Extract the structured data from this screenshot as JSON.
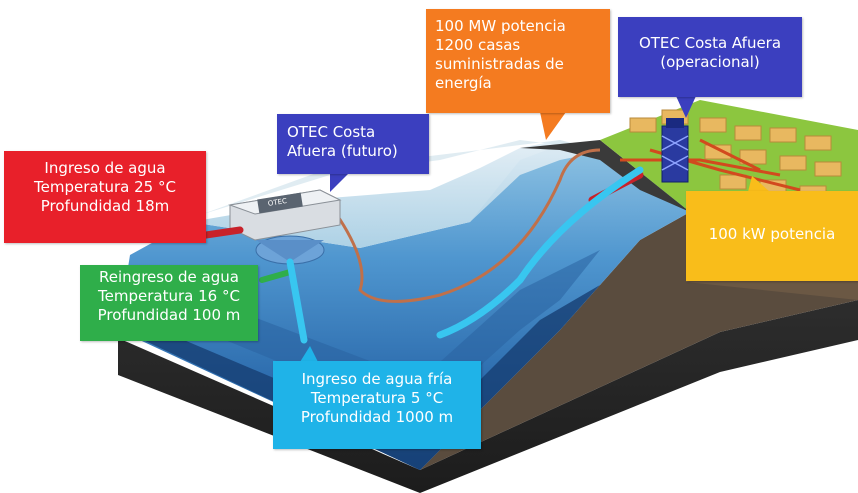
{
  "callouts": {
    "water_intake": {
      "lines": [
        "Ingreso de agua",
        "Temperatura 25 °C",
        "Profundidad 18m"
      ],
      "color": "#e8202a"
    },
    "offshore_future": {
      "lines": [
        "OTEC Costa",
        "Afuera (futuro)"
      ],
      "color": "#3b3fbf"
    },
    "power_100mw": {
      "lines": [
        "100 MW potencia",
        "1200 casas",
        "suministradas de",
        "energía"
      ],
      "color": "#f47b20"
    },
    "offshore_operational": {
      "lines": [
        "OTEC Costa Afuera",
        "(operacional)"
      ],
      "color": "#3b3fbf"
    },
    "power_100kw": {
      "lines": [
        "100 kW potencia"
      ],
      "color": "#f9bd1a"
    },
    "water_return": {
      "lines": [
        "Reingreso de agua",
        "Temperatura 16 °C",
        "Profundidad 100 m"
      ],
      "color": "#2fae4a"
    },
    "cold_water_intake": {
      "lines": [
        "Ingreso de agua fría",
        "Temperatura  5 °C",
        "Profundidad 1000 m"
      ],
      "color": "#1fb3e8"
    }
  },
  "platform_label": "OTEC",
  "colors": {
    "ocean_surface": "#cfe3ee",
    "ocean_deep": "#1a4f8c",
    "seabed": "#4a4238",
    "land_grass": "#8cc63f",
    "warm_pipe": "#e8202a",
    "cold_pipe": "#38c6f0"
  }
}
